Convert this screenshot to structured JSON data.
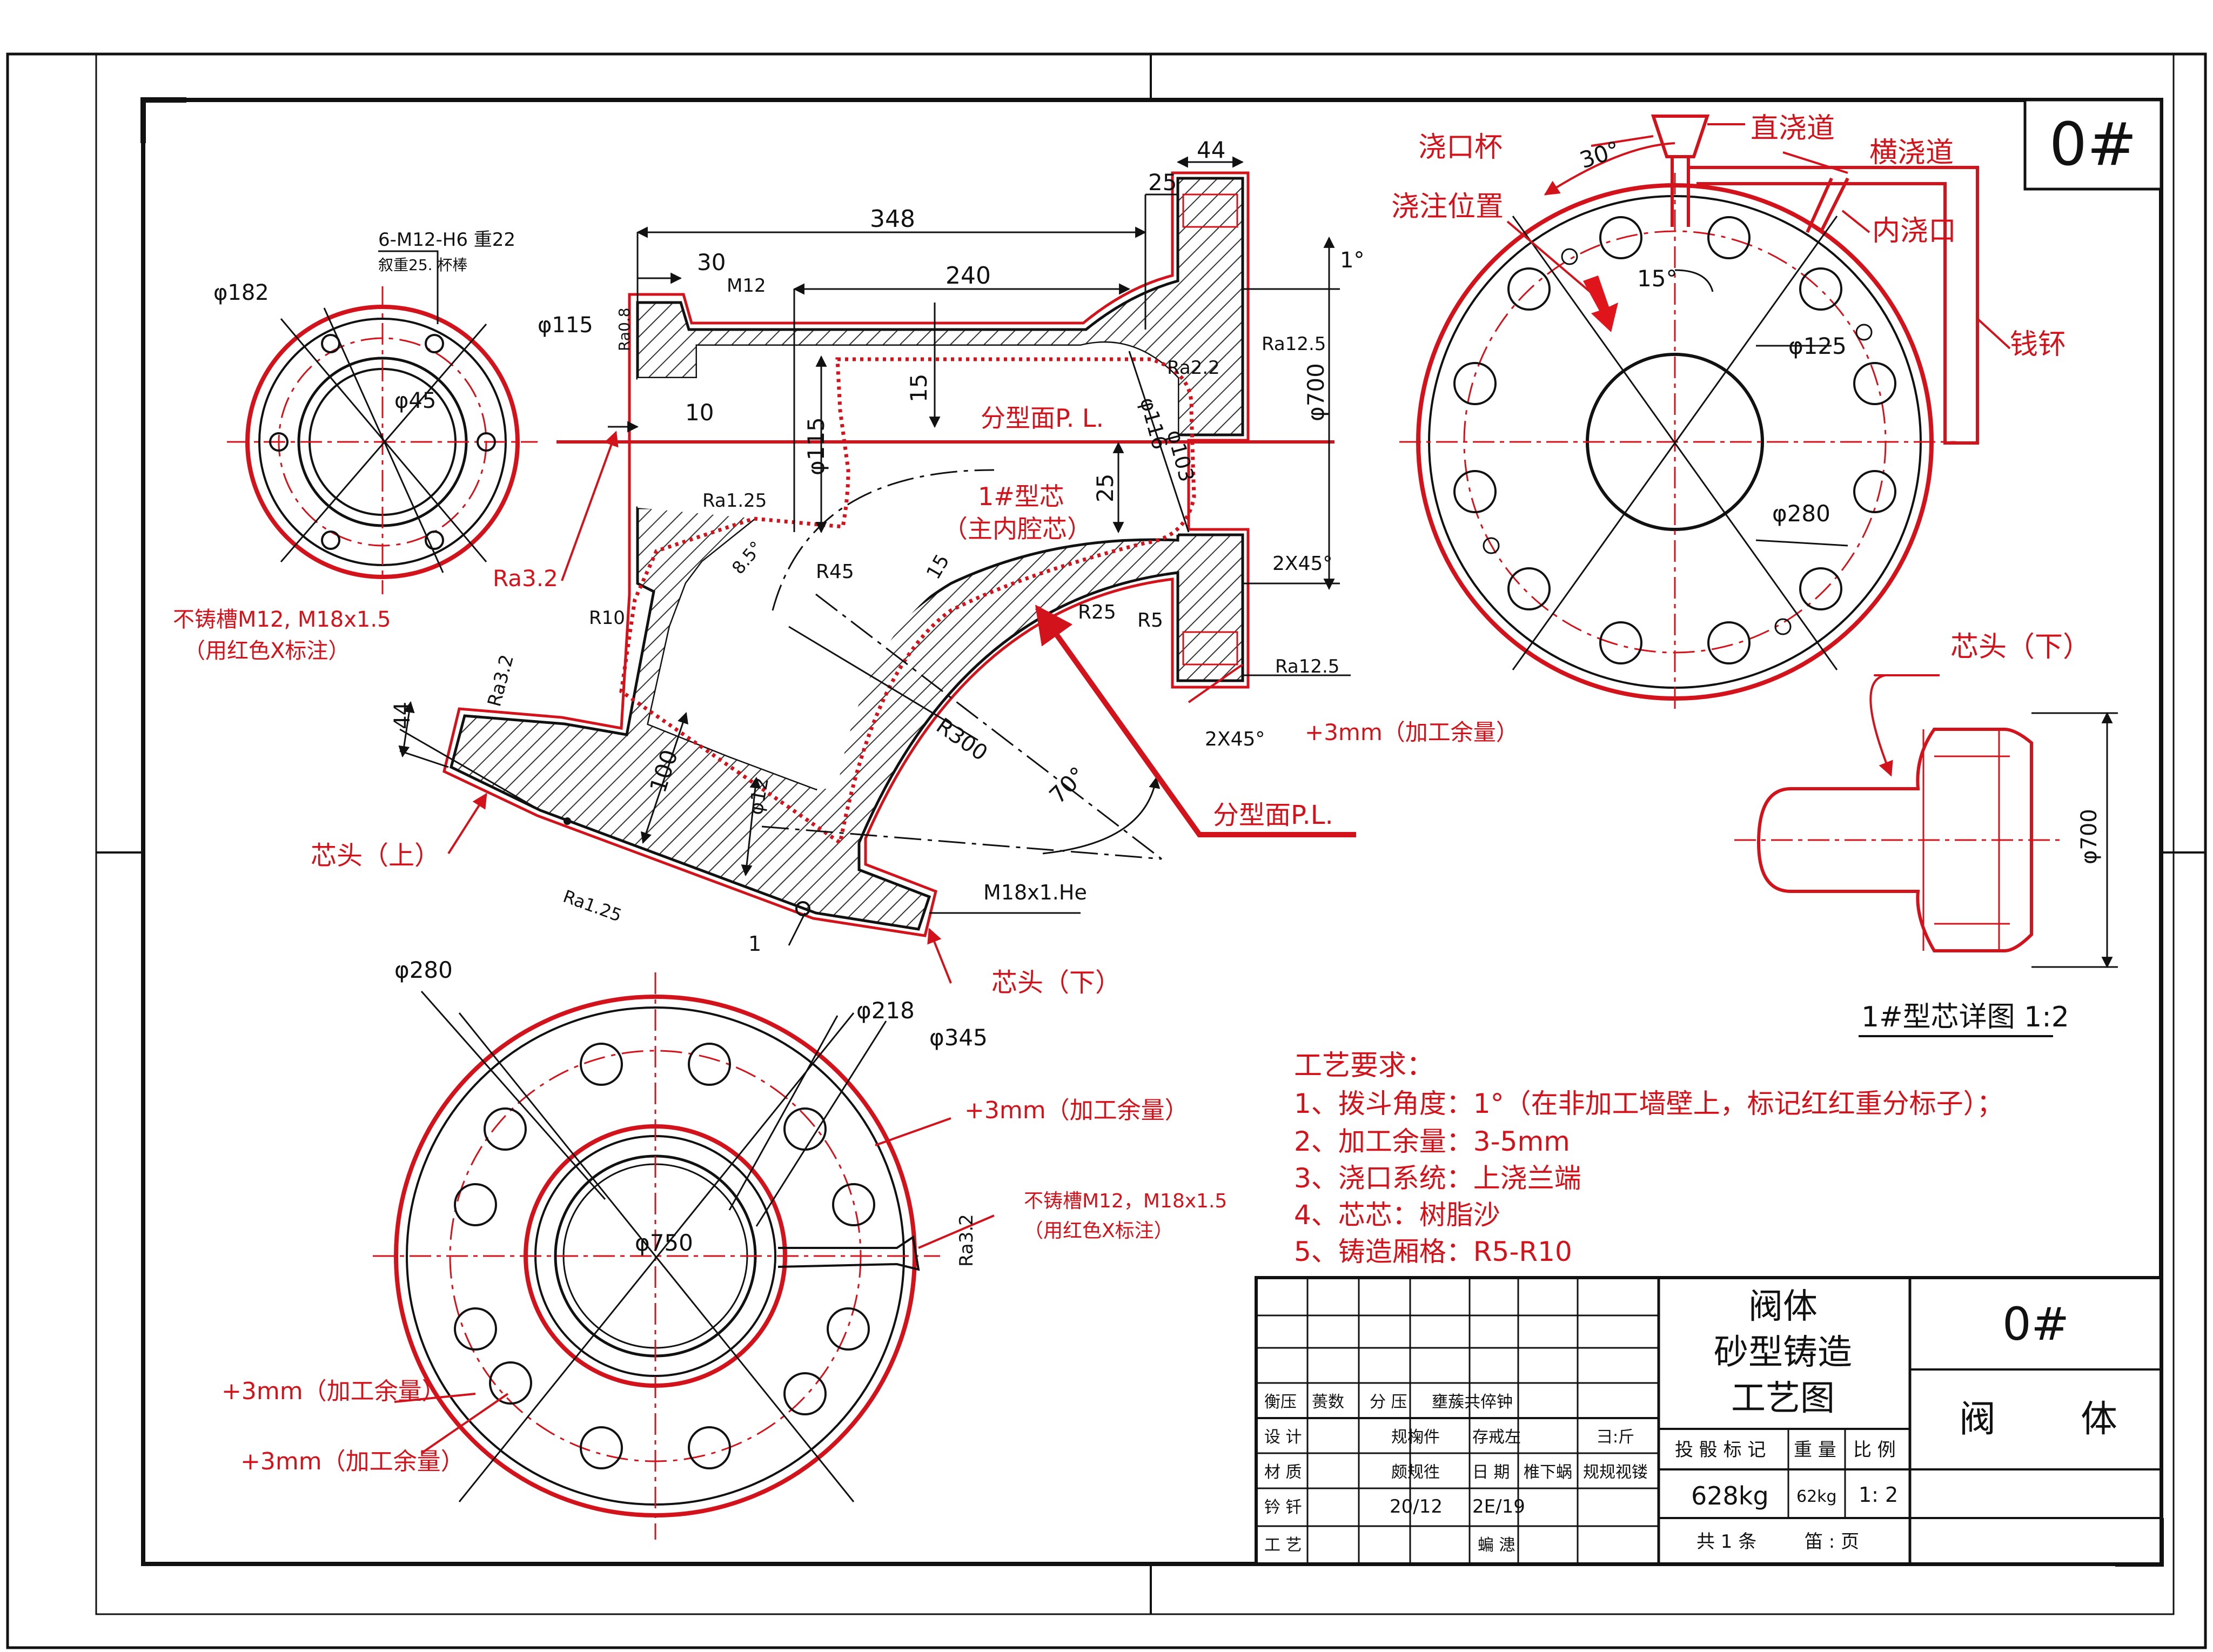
{
  "colors": {
    "ink": "#111111",
    "red": "#d3131b",
    "hatch": "#333333",
    "paper": "#ffffff"
  },
  "sheet_no": "0#",
  "left_view": {
    "holes": "6-M12-H6 重22",
    "holes_sub": "叙重25. 杯棒",
    "d182": "φ182",
    "d115": "φ115",
    "d45": "φ45",
    "not_cast_1": "不铸槽M12, M18x1.5",
    "not_cast_2": "（用红色X标注）"
  },
  "section": {
    "d348": "348",
    "d30": "30",
    "m12": "M12",
    "d240": "240",
    "d44": "44",
    "d25": "25",
    "angle_1": "1°",
    "ra08": "Ra0.8",
    "d10": "10",
    "d15": "15",
    "d115v": "φ115",
    "d116": "φ116",
    "d103": "φ103",
    "d25v": "25",
    "d700": "φ700",
    "ra125_a": "Ra12.5",
    "ra22": "Ra2.2",
    "ra125_b": "Ra1.25",
    "ra32_left": "Ra3.2",
    "parting_top": "分型面P. L.",
    "core_name_1": "1#型芯",
    "core_name_2": "（主内腔芯）",
    "r10": "R10",
    "r45": "R45",
    "ang8": "8.5°",
    "d15b": "15",
    "r25": "R25",
    "r5": "R5",
    "chamfer_a": "2X45°",
    "ra125_c": "Ra12.5",
    "chamfer_b": "2X45°",
    "allowance": "+3mm（加工余量）",
    "r300": "R300",
    "d44b": "44",
    "ra32": "Ra3.2",
    "d100": "100",
    "d12": "φ12",
    "ang70": "70°",
    "parting_bottom": "分型面P.L.",
    "core_top": "芯头（上）",
    "ra125_d": "Ra1.25",
    "m18": "M18x1.He",
    "one": "1",
    "core_bottom": "芯头（下）"
  },
  "gating": {
    "cup": "浇口杯",
    "sprue": "直浇道",
    "runner": "横浇道",
    "angle30": "30°",
    "pour_pos": "浇注位置",
    "ingate": "内浇口",
    "angle15": "15°",
    "d125": "φ125",
    "crucible": "钱钚",
    "d280": "φ280"
  },
  "core_detail": {
    "head_bottom": "芯头（下）",
    "d700": "φ700",
    "title": "1#型芯详图 1:2"
  },
  "bottom_view": {
    "d280": "φ280",
    "d218": "φ218",
    "d345": "φ345",
    "allowance1": "+3mm（加工余量）",
    "not_cast_1": "不铸槽M12，M18x1.5",
    "not_cast_2": "（用红色X标注）",
    "ra32": "Ra3.2",
    "d750": "φ750",
    "allowance2": "+3mm（加工余量）",
    "allowance3": "+3mm（加工余量）"
  },
  "requirements": {
    "heading": "工艺要求：",
    "items": [
      "1、拨斗角度：1°（在非加工墙壁上，标记红红重分标子）；",
      "2、加工余量：3-5mm",
      "3、浇口系统：上浇兰端",
      "4、芯芯：树脂沙",
      "5、铸造厢格：R5-R10"
    ]
  },
  "title_block": {
    "part_name_1": "阀体",
    "part_name_2": "砂型铸造",
    "part_name_3": "工艺图",
    "sheet_no": "0#",
    "part": "阀",
    "part_b": "体",
    "row1": [
      "衡压",
      "蒉数",
      "分 压",
      "壅蔟共倅钟"
    ],
    "row2": [
      "设 计",
      "",
      "规椈件",
      "存戒左",
      "",
      "彐:斤"
    ],
    "row3": [
      "材 质",
      "",
      "颇规徃",
      "日 期",
      "椎下蜗",
      "规规视镂"
    ],
    "row4": [
      "钤 钎",
      "",
      "20/12",
      "2E/19",
      "",
      ""
    ],
    "row5": [
      "工 艺",
      "",
      "",
      "蝙 漶",
      "",
      ""
    ],
    "hdr_mark": "投 骰 标 记",
    "hdr_weight": "重 量",
    "hdr_ratio": "比 例",
    "mass": "628kg",
    "mass2": "62kg",
    "ratio": "1: 2",
    "sheets": "共 1 条",
    "page": "笛 : 页"
  }
}
